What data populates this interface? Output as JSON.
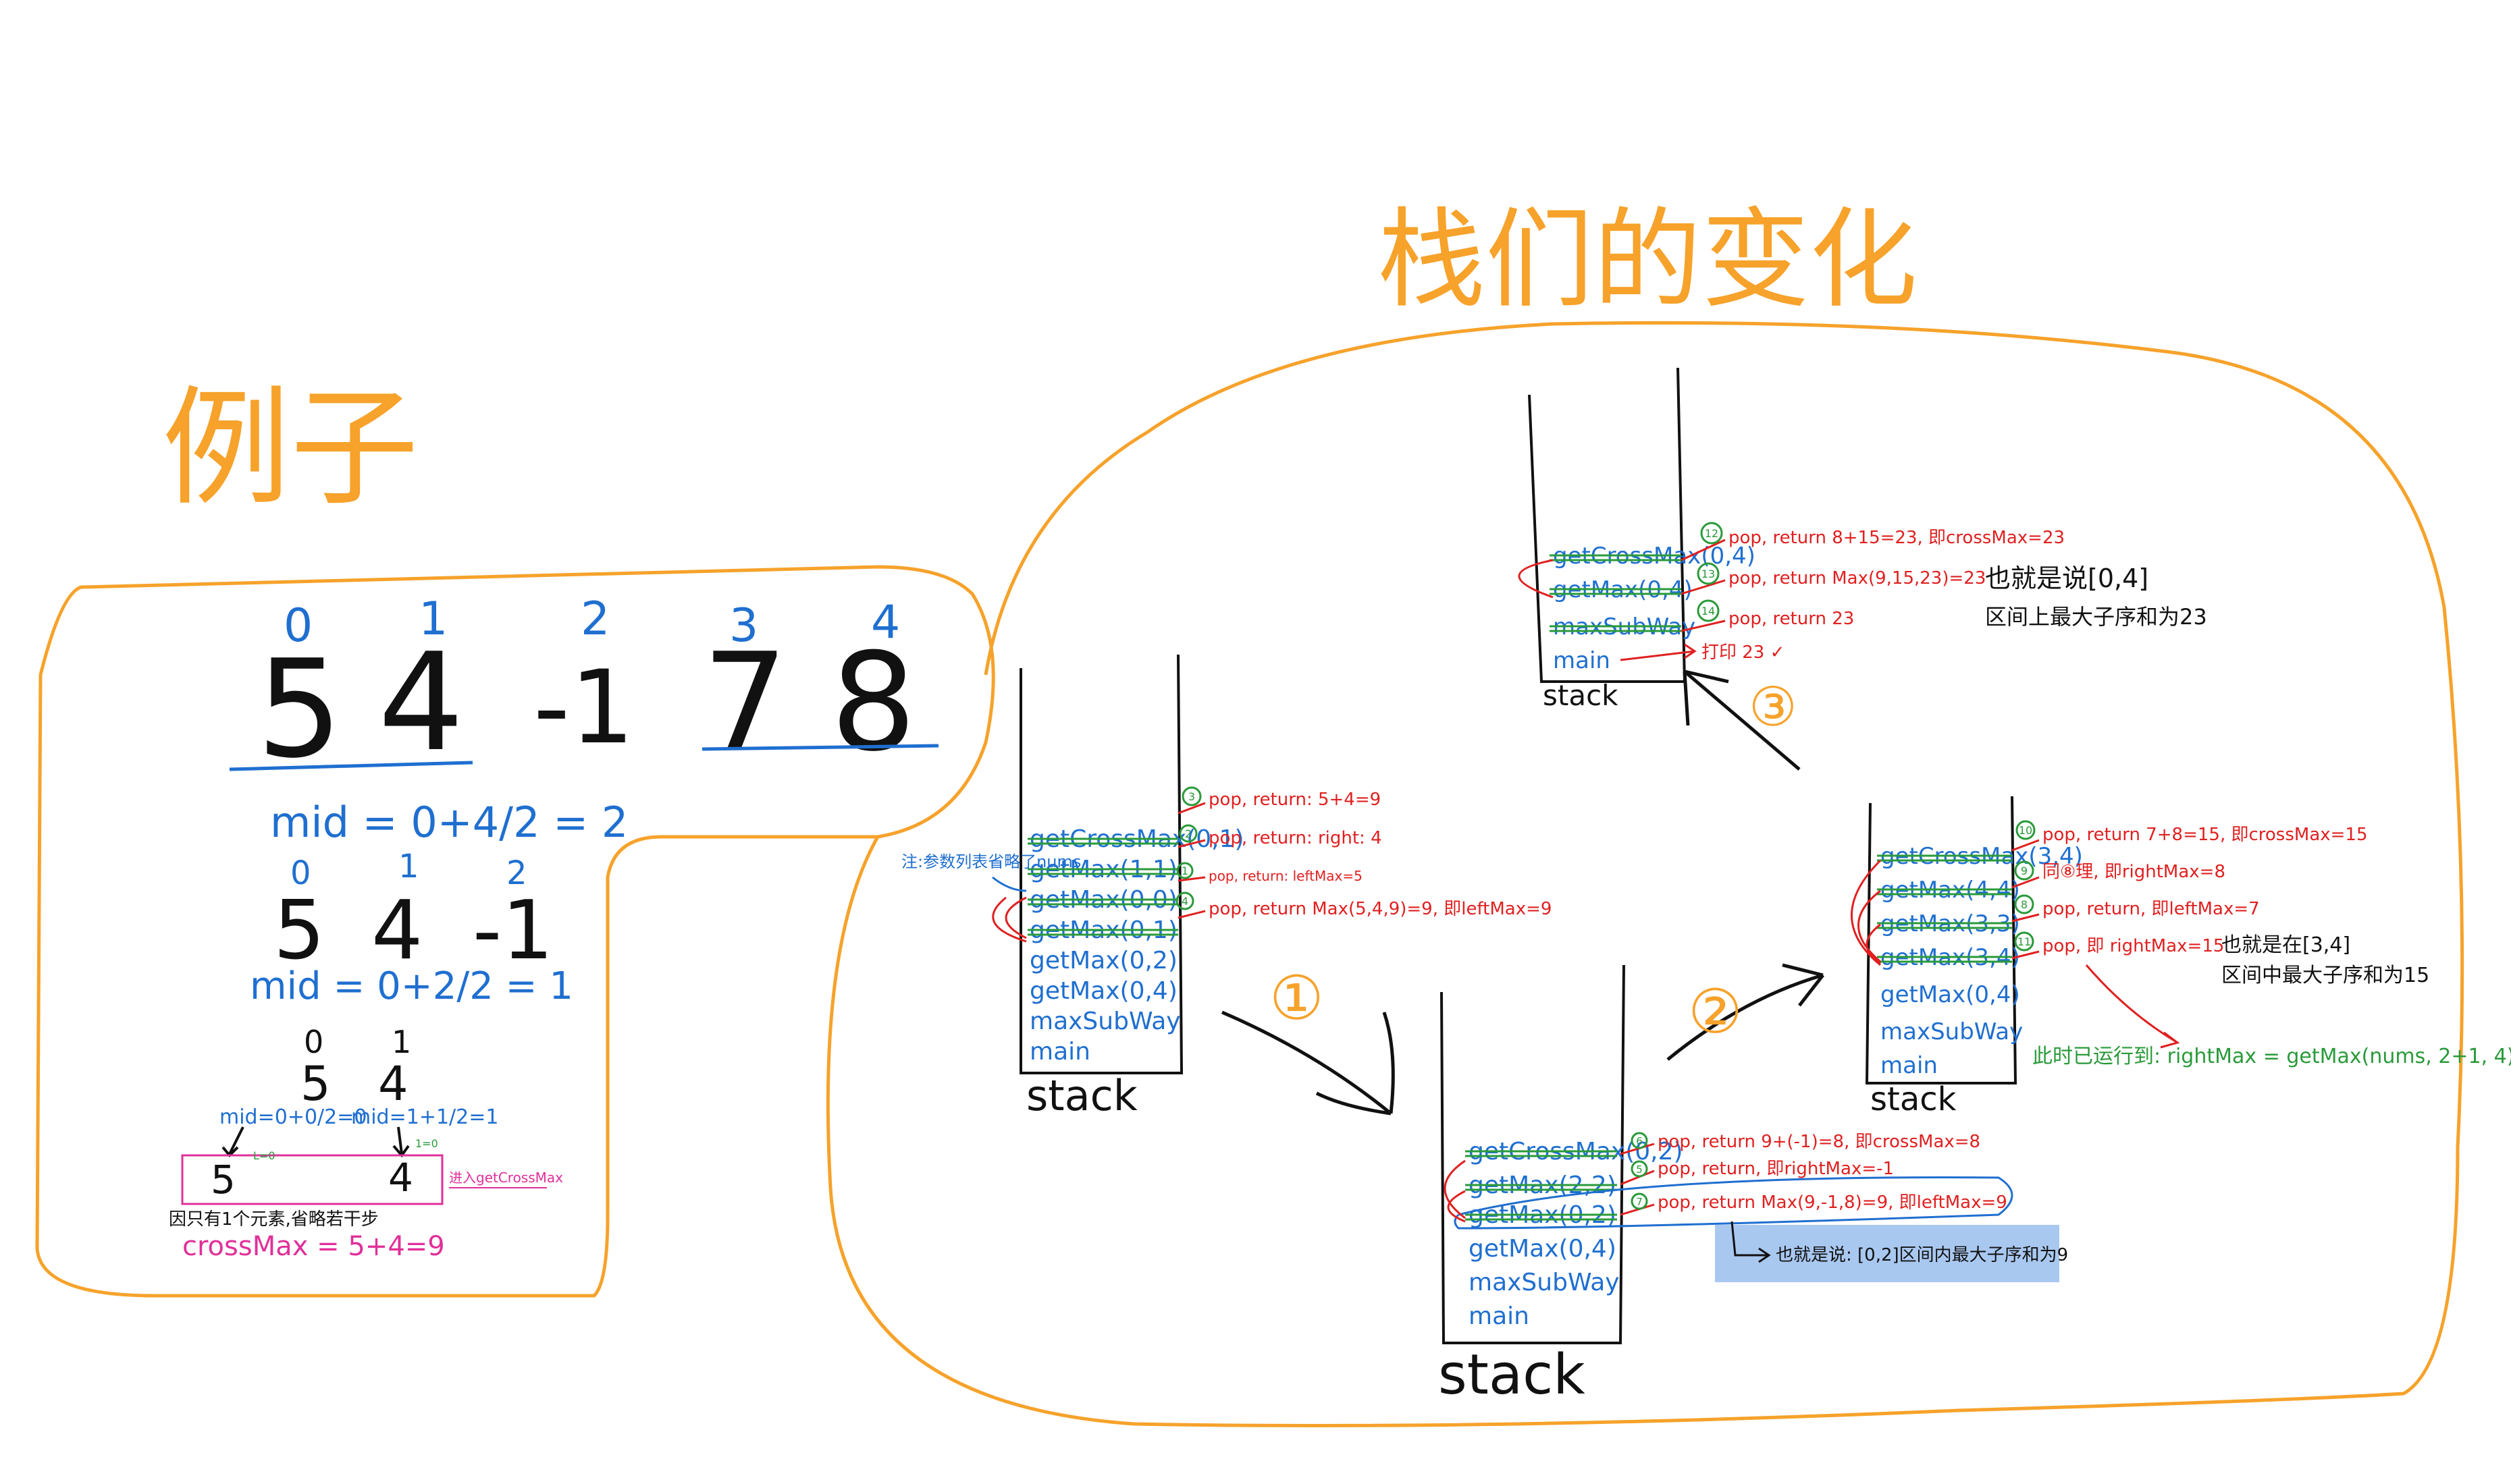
{
  "colors": {
    "orange": "#f6a22b",
    "blue": "#1f6fd0",
    "black": "#111111",
    "red": "#e02020",
    "green": "#2a9a3a",
    "pink": "#e0309a",
    "highlight": "#a9c8f0"
  },
  "example": {
    "title": "例子",
    "indices": [
      "0",
      "1",
      "2",
      "3",
      "4"
    ],
    "nums": [
      "5",
      "4",
      "-1",
      "7",
      "8"
    ],
    "mid1": "mid = 0+4/2 = 2",
    "sub_indices": [
      "0",
      "1",
      "2"
    ],
    "sub_nums": [
      "5",
      "4",
      "-1"
    ],
    "mid2": "mid = 0+2/2 = 1",
    "sub2_indices": [
      "0",
      "1"
    ],
    "sub2_nums": [
      "5",
      "4"
    ],
    "mid3a": "mid=0+0/2=0",
    "mid3b": "mid=1+1/2=1",
    "box_left": "5",
    "box_right": "4",
    "left_tag": "L=0",
    "right_tag": "1=0",
    "note_getcross": "进入getCrossMax",
    "note_small": "因只有1个元素,省略若干步",
    "cross_max": "crossMax = 5+4=9"
  },
  "stack_changes": {
    "title": "栈们的变化",
    "stack1": {
      "label": "stack",
      "frames": [
        "getCrossMax(0,1)",
        "getMax(1,1)",
        "getMax(0,0)",
        "getMax(0,1)",
        "getMax(0,2)",
        "getMax(0,4)",
        "maxSubWay",
        "main"
      ],
      "side_note": "注:参数列表省略了nums",
      "pops": [
        {
          "num": "3",
          "text": "pop, return: 5+4=9"
        },
        {
          "num": "2",
          "text": "pop, return: right: 4"
        },
        {
          "num": "1",
          "text": "pop, return: leftMax=5"
        },
        {
          "num": "4",
          "text": "pop, return Max(5,4,9)=9, 即leftMax=9"
        }
      ]
    },
    "arrow1": "①",
    "stack2": {
      "label": "stack",
      "frames": [
        "getCrossMax(0,2)",
        "getMax(2,2)",
        "getMax(0,2)",
        "getMax(0,4)",
        "maxSubWay",
        "main"
      ],
      "pops": [
        {
          "num": "6",
          "text": "pop, return 9+(-1)=8, 即crossMax=8"
        },
        {
          "num": "5",
          "text": "pop, return, 即rightMax=-1"
        },
        {
          "num": "7",
          "text": "pop, return Max(9,-1,8)=9, 即leftMax=9"
        }
      ],
      "highlight_note": "也就是说: [0,2]区间内最大子序和为9"
    },
    "arrow2": "②",
    "stack3": {
      "label": "stack",
      "frames": [
        "getCrossMax(3,4)",
        "getMax(4,4)",
        "getMax(3,3)",
        "getMax(3,4)",
        "getMax(0,4)",
        "maxSubWay",
        "main"
      ],
      "pops": [
        {
          "num": "10",
          "text": "pop, return 7+8=15, 即crossMax=15"
        },
        {
          "num": "9",
          "text": "同⑧理, 即rightMax=8"
        },
        {
          "num": "8",
          "text": "pop, return, 即leftMax=7"
        },
        {
          "num": "11",
          "text": "pop, 即 rightMax=15"
        }
      ],
      "side_note_a": "也就是在[3,4]",
      "side_note_b": "区间中最大子序和为15",
      "bottom_note": "此时已运行到: rightMax = getMax(nums, 2+1, 4)"
    },
    "arrow3": "③",
    "stack4": {
      "label": "stack",
      "frames": [
        "getCrossMax(0,4)",
        "getMax(0,4)",
        "maxSubWay",
        "main"
      ],
      "pops": [
        {
          "num": "12",
          "text": "pop, return 8+15=23, 即crossMax=23"
        },
        {
          "num": "13",
          "text": "pop, return Max(9,15,23)=23"
        },
        {
          "num": "14",
          "text": "pop, return 23"
        }
      ],
      "print_note": "打印 23 ✓",
      "side_note_a": "也就是说[0,4]",
      "side_note_b": "区间上最大子序和为23"
    }
  }
}
